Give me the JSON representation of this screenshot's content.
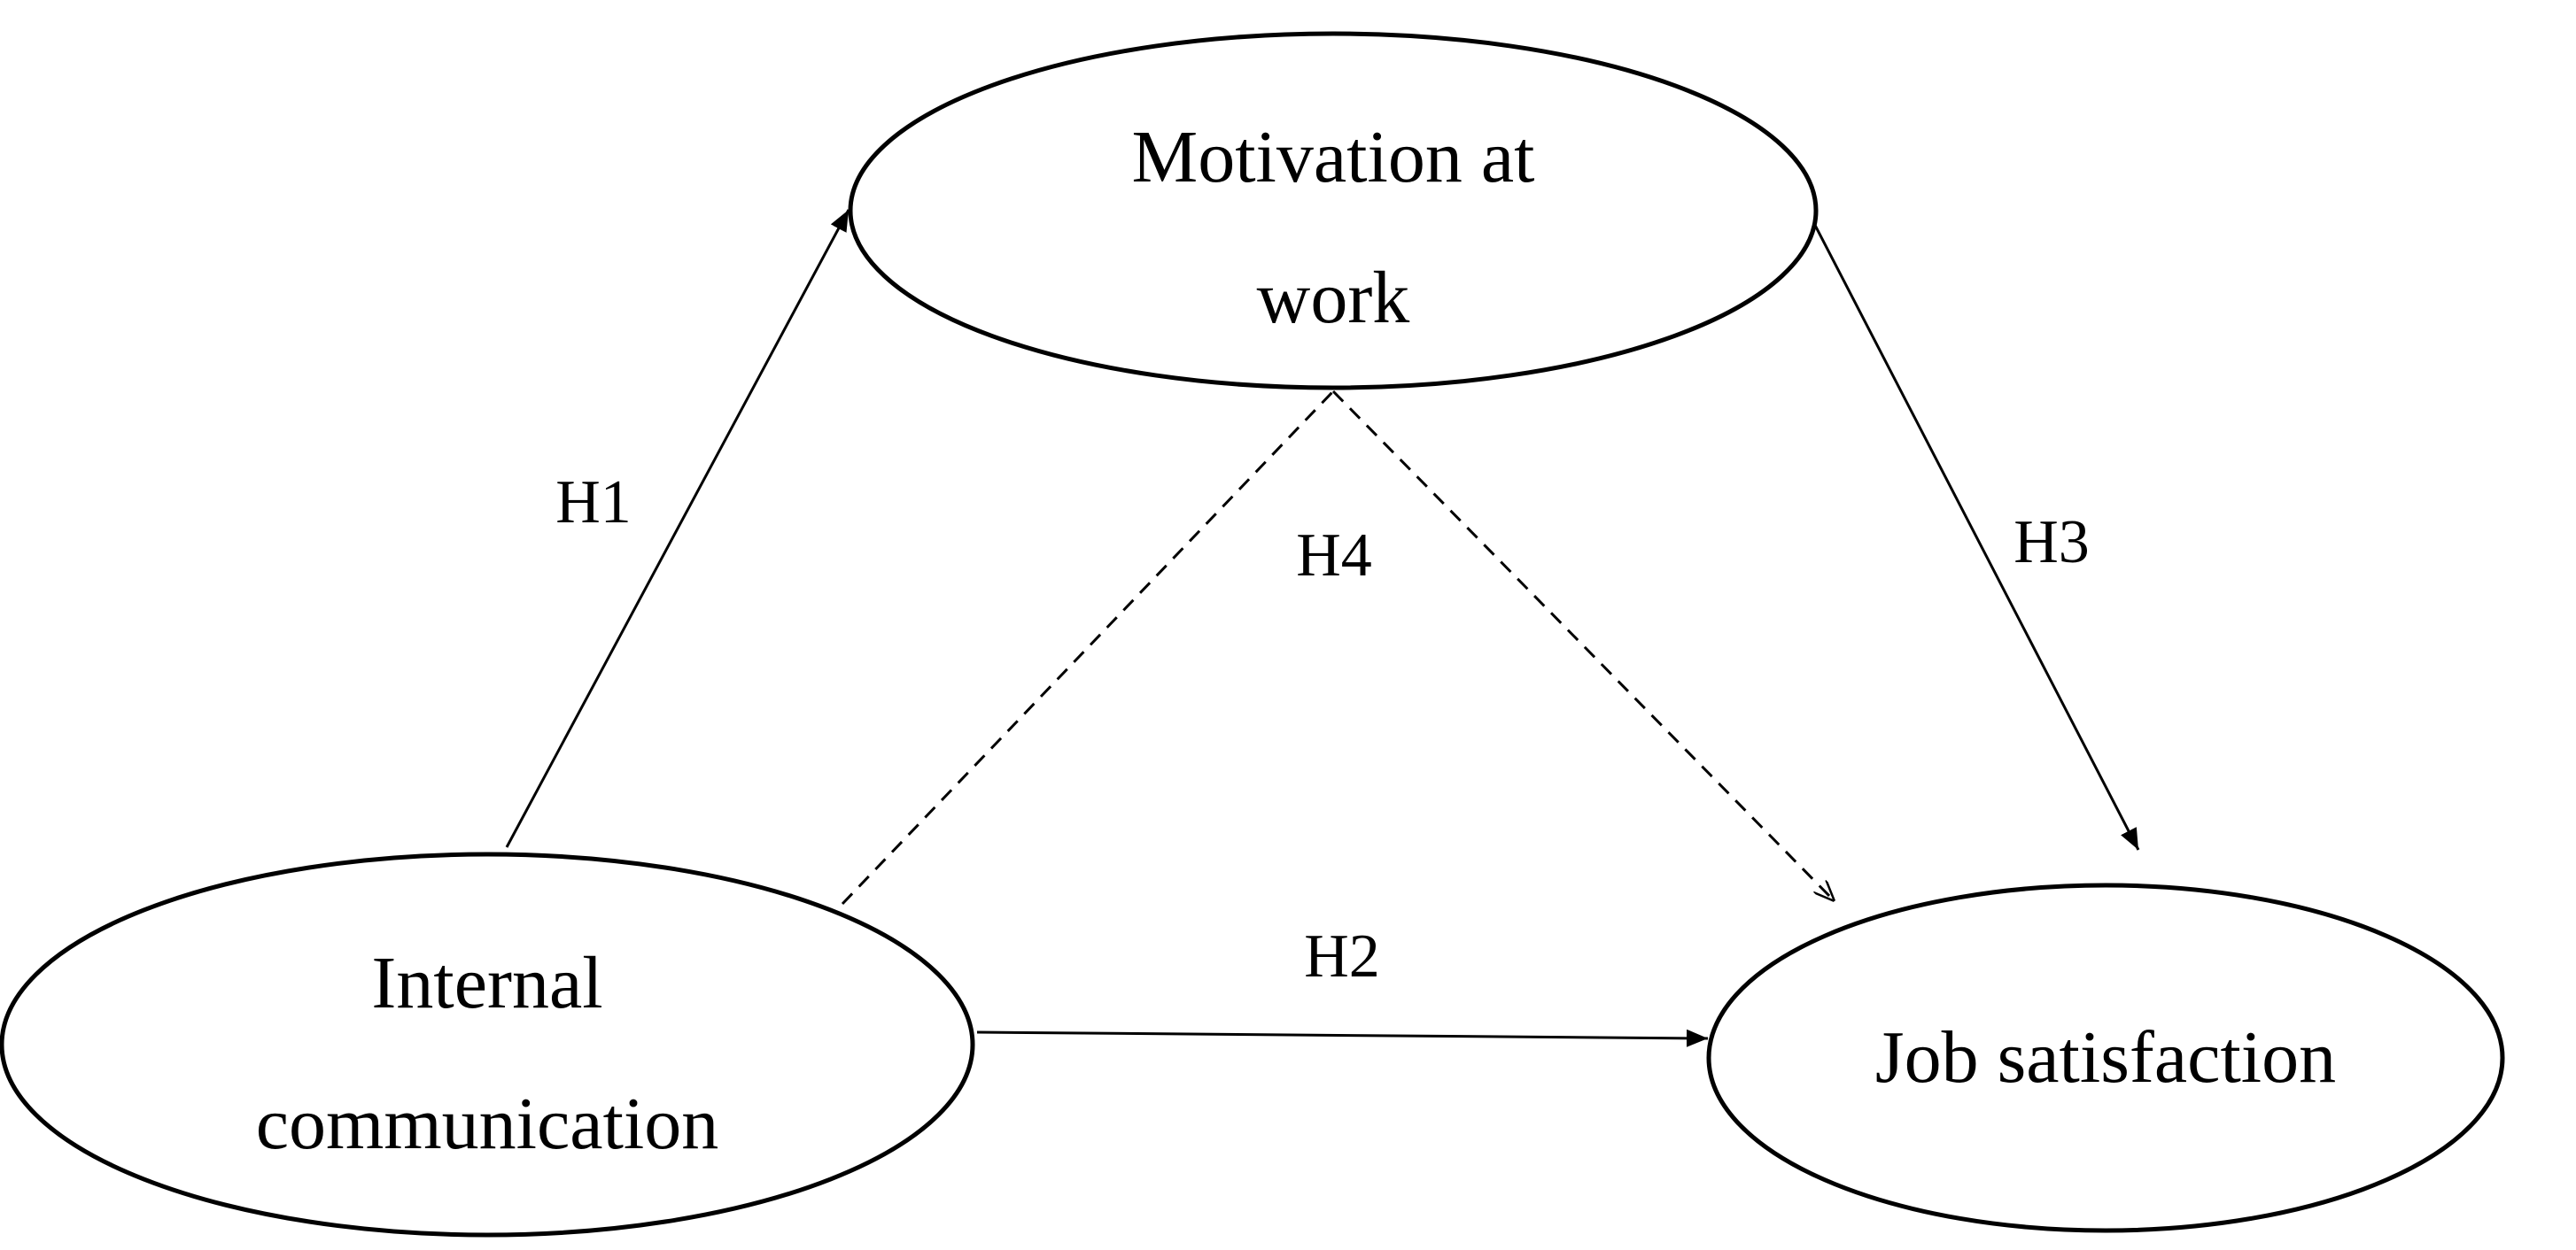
{
  "diagram": {
    "nodes": {
      "motivation": {
        "line1": "Motivation at",
        "line2": "work"
      },
      "internal": {
        "line1": "Internal",
        "line2": "communication"
      },
      "job": {
        "label": "Job satisfaction"
      }
    },
    "edges": {
      "h1": {
        "label": "H1",
        "from": "internal",
        "to": "motivation",
        "style": "solid"
      },
      "h2": {
        "label": "H2",
        "from": "internal",
        "to": "job",
        "style": "solid"
      },
      "h3": {
        "label": "H3",
        "from": "motivation",
        "to": "job",
        "style": "solid"
      },
      "h4": {
        "label": "H4",
        "from": "internal",
        "to": "job",
        "via": "motivation",
        "style": "dashed"
      }
    },
    "colors": {
      "stroke": "#000000",
      "background": "#ffffff"
    }
  }
}
